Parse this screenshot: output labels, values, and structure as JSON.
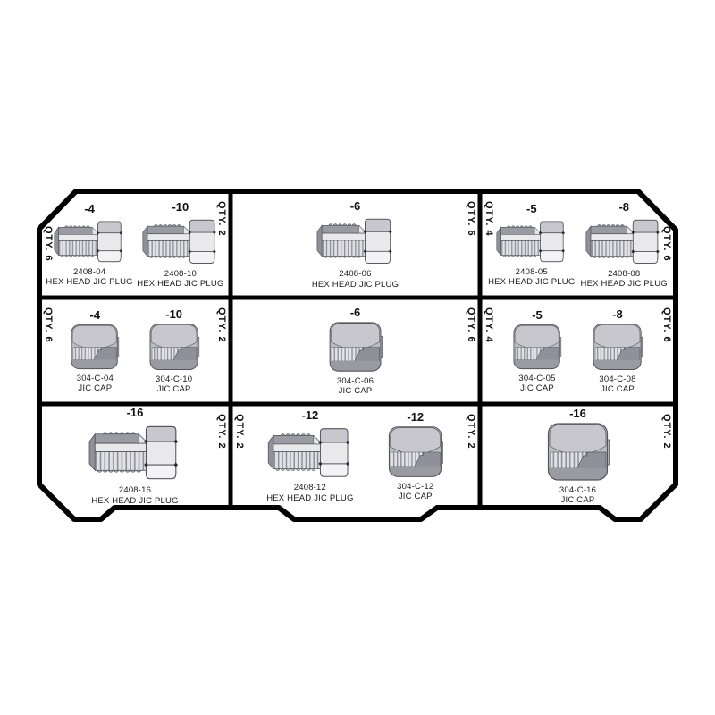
{
  "palette": {
    "line": "#000000",
    "edge": "#54545c",
    "steelDark": "#90909a",
    "steelMid": "#9a9aa2",
    "steelBody": "#bcbcc3",
    "steelLight": "#c7c7cd",
    "steelXLight": "#e9e9ec",
    "steelWhite": "#f3f3f5",
    "threadLight": "#e2e2e6",
    "text": "#1c1c1e"
  },
  "cells": {
    "r1c1": {
      "items": [
        {
          "size": "-4",
          "part": "2408-04",
          "name": "HEX HEAD JIC PLUG",
          "qty": "QTY. 6",
          "qty_side": "left",
          "type": "plug"
        },
        {
          "size": "-10",
          "part": "2408-10",
          "name": "HEX HEAD JIC PLUG",
          "qty": "QTY. 2",
          "qty_side": "right",
          "type": "plug"
        }
      ]
    },
    "r1c2": {
      "items": [
        {
          "size": "-6",
          "part": "2408-06",
          "name": "HEX HEAD JIC PLUG",
          "qty": "QTY. 6",
          "qty_side": "right",
          "type": "plug"
        }
      ]
    },
    "r1c3": {
      "items": [
        {
          "size": "-5",
          "part": "2408-05",
          "name": "HEX HEAD JIC PLUG",
          "qty": "QTY. 4",
          "qty_side": "left",
          "type": "plug"
        },
        {
          "size": "-8",
          "part": "2408-08",
          "name": "HEX HEAD JIC PLUG",
          "qty": "QTY. 6",
          "qty_side": "right",
          "type": "plug"
        }
      ]
    },
    "r2c1": {
      "items": [
        {
          "size": "-4",
          "part": "304-C-04",
          "name": "JIC CAP",
          "qty": "QTY. 6",
          "qty_side": "left",
          "type": "cap"
        },
        {
          "size": "-10",
          "part": "304-C-10",
          "name": "JIC CAP",
          "qty": "QTY. 2",
          "qty_side": "right",
          "type": "cap"
        }
      ]
    },
    "r2c2": {
      "items": [
        {
          "size": "-6",
          "part": "304-C-06",
          "name": "JIC CAP",
          "qty": "QTY. 6",
          "qty_side": "right",
          "type": "cap"
        }
      ]
    },
    "r2c3": {
      "items": [
        {
          "size": "-5",
          "part": "304-C-05",
          "name": "JIC CAP",
          "qty": "QTY. 4",
          "qty_side": "left",
          "type": "cap"
        },
        {
          "size": "-8",
          "part": "304-C-08",
          "name": "JIC CAP",
          "qty": "QTY. 6",
          "qty_side": "right",
          "type": "cap"
        }
      ]
    },
    "r3c1": {
      "items": [
        {
          "size": "-16",
          "part": "2408-16",
          "name": "HEX HEAD JIC PLUG",
          "qty": "QTY. 2",
          "qty_side": "right",
          "type": "plug"
        }
      ]
    },
    "r3c2": {
      "items": [
        {
          "size": "-12",
          "part": "2408-12",
          "name": "HEX HEAD JIC PLUG",
          "qty": "QTY. 2",
          "qty_side": "left",
          "type": "plug"
        },
        {
          "size": "-12",
          "part": "304-C-12",
          "name": "JIC CAP",
          "qty": "QTY. 2",
          "qty_side": "right",
          "type": "cap"
        }
      ]
    },
    "r3c3": {
      "items": [
        {
          "size": "-16",
          "part": "304-C-16",
          "name": "JIC CAP",
          "qty": "QTY. 2",
          "qty_side": "right",
          "type": "cap"
        }
      ]
    }
  }
}
